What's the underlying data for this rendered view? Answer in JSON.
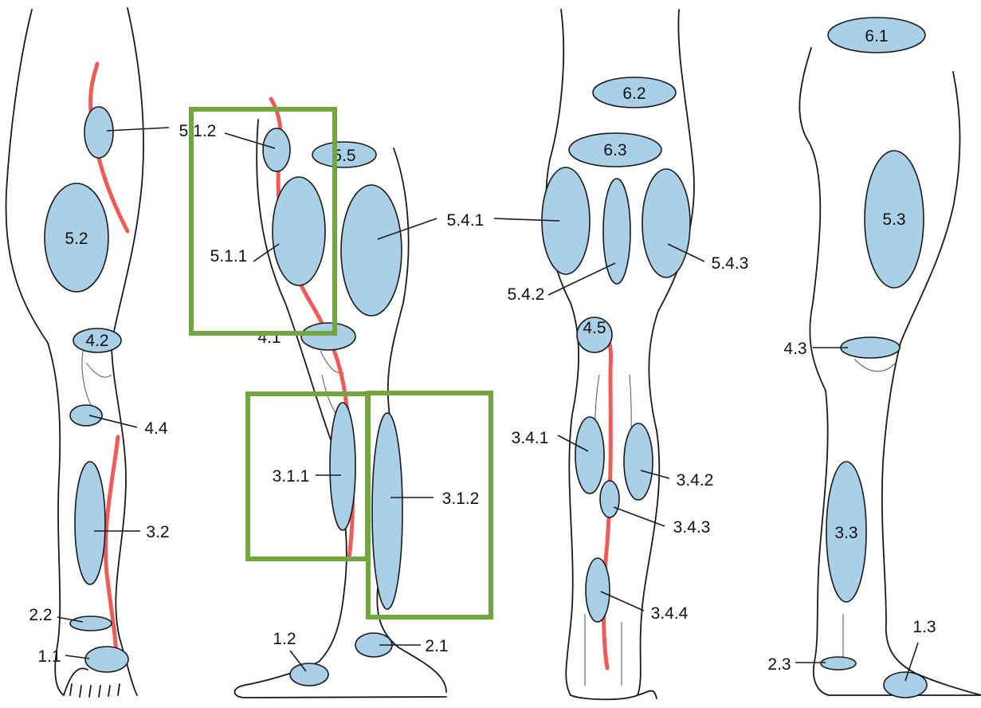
{
  "colors": {
    "zone_fill": "#a9d0e6",
    "vein": "#ef5b57",
    "highlight_box": "#72a640",
    "outline": "#1a1a1a"
  },
  "zones": [
    {
      "id": "z-6-1",
      "label": "6.1"
    },
    {
      "id": "z-6-2",
      "label": "6.2"
    },
    {
      "id": "z-6-3",
      "label": "6.3"
    },
    {
      "id": "z-5-5",
      "label": "5.5"
    },
    {
      "id": "z-5-3",
      "label": "5.3"
    },
    {
      "id": "z-5-2",
      "label": "5.2"
    },
    {
      "id": "z-4-2",
      "label": "4.2"
    },
    {
      "id": "z-4-5",
      "label": "4.5"
    },
    {
      "id": "z-3-3",
      "label": "3.3"
    }
  ],
  "callouts": [
    {
      "id": "c-5-1-2",
      "label": "5.1.2"
    },
    {
      "id": "c-5-1-1",
      "label": "5.1.1"
    },
    {
      "id": "c-5-4-1",
      "label": "5.4.1"
    },
    {
      "id": "c-5-4-2",
      "label": "5.4.2"
    },
    {
      "id": "c-5-4-3",
      "label": "5.4.3"
    },
    {
      "id": "c-4-1",
      "label": "4.1"
    },
    {
      "id": "c-4-3",
      "label": "4.3"
    },
    {
      "id": "c-4-4",
      "label": "4.4"
    },
    {
      "id": "c-3-1-1",
      "label": "3.1.1"
    },
    {
      "id": "c-3-1-2",
      "label": "3.1.2"
    },
    {
      "id": "c-3-2",
      "label": "3.2"
    },
    {
      "id": "c-3-4-1",
      "label": "3.4.1"
    },
    {
      "id": "c-3-4-2",
      "label": "3.4.2"
    },
    {
      "id": "c-3-4-3",
      "label": "3.4.3"
    },
    {
      "id": "c-3-4-4",
      "label": "3.4.4"
    },
    {
      "id": "c-2-1",
      "label": "2.1"
    },
    {
      "id": "c-2-2",
      "label": "2.2"
    },
    {
      "id": "c-2-3",
      "label": "2.3"
    },
    {
      "id": "c-1-1",
      "label": "1.1"
    },
    {
      "id": "c-1-2",
      "label": "1.2"
    },
    {
      "id": "c-1-3",
      "label": "1.3"
    }
  ]
}
